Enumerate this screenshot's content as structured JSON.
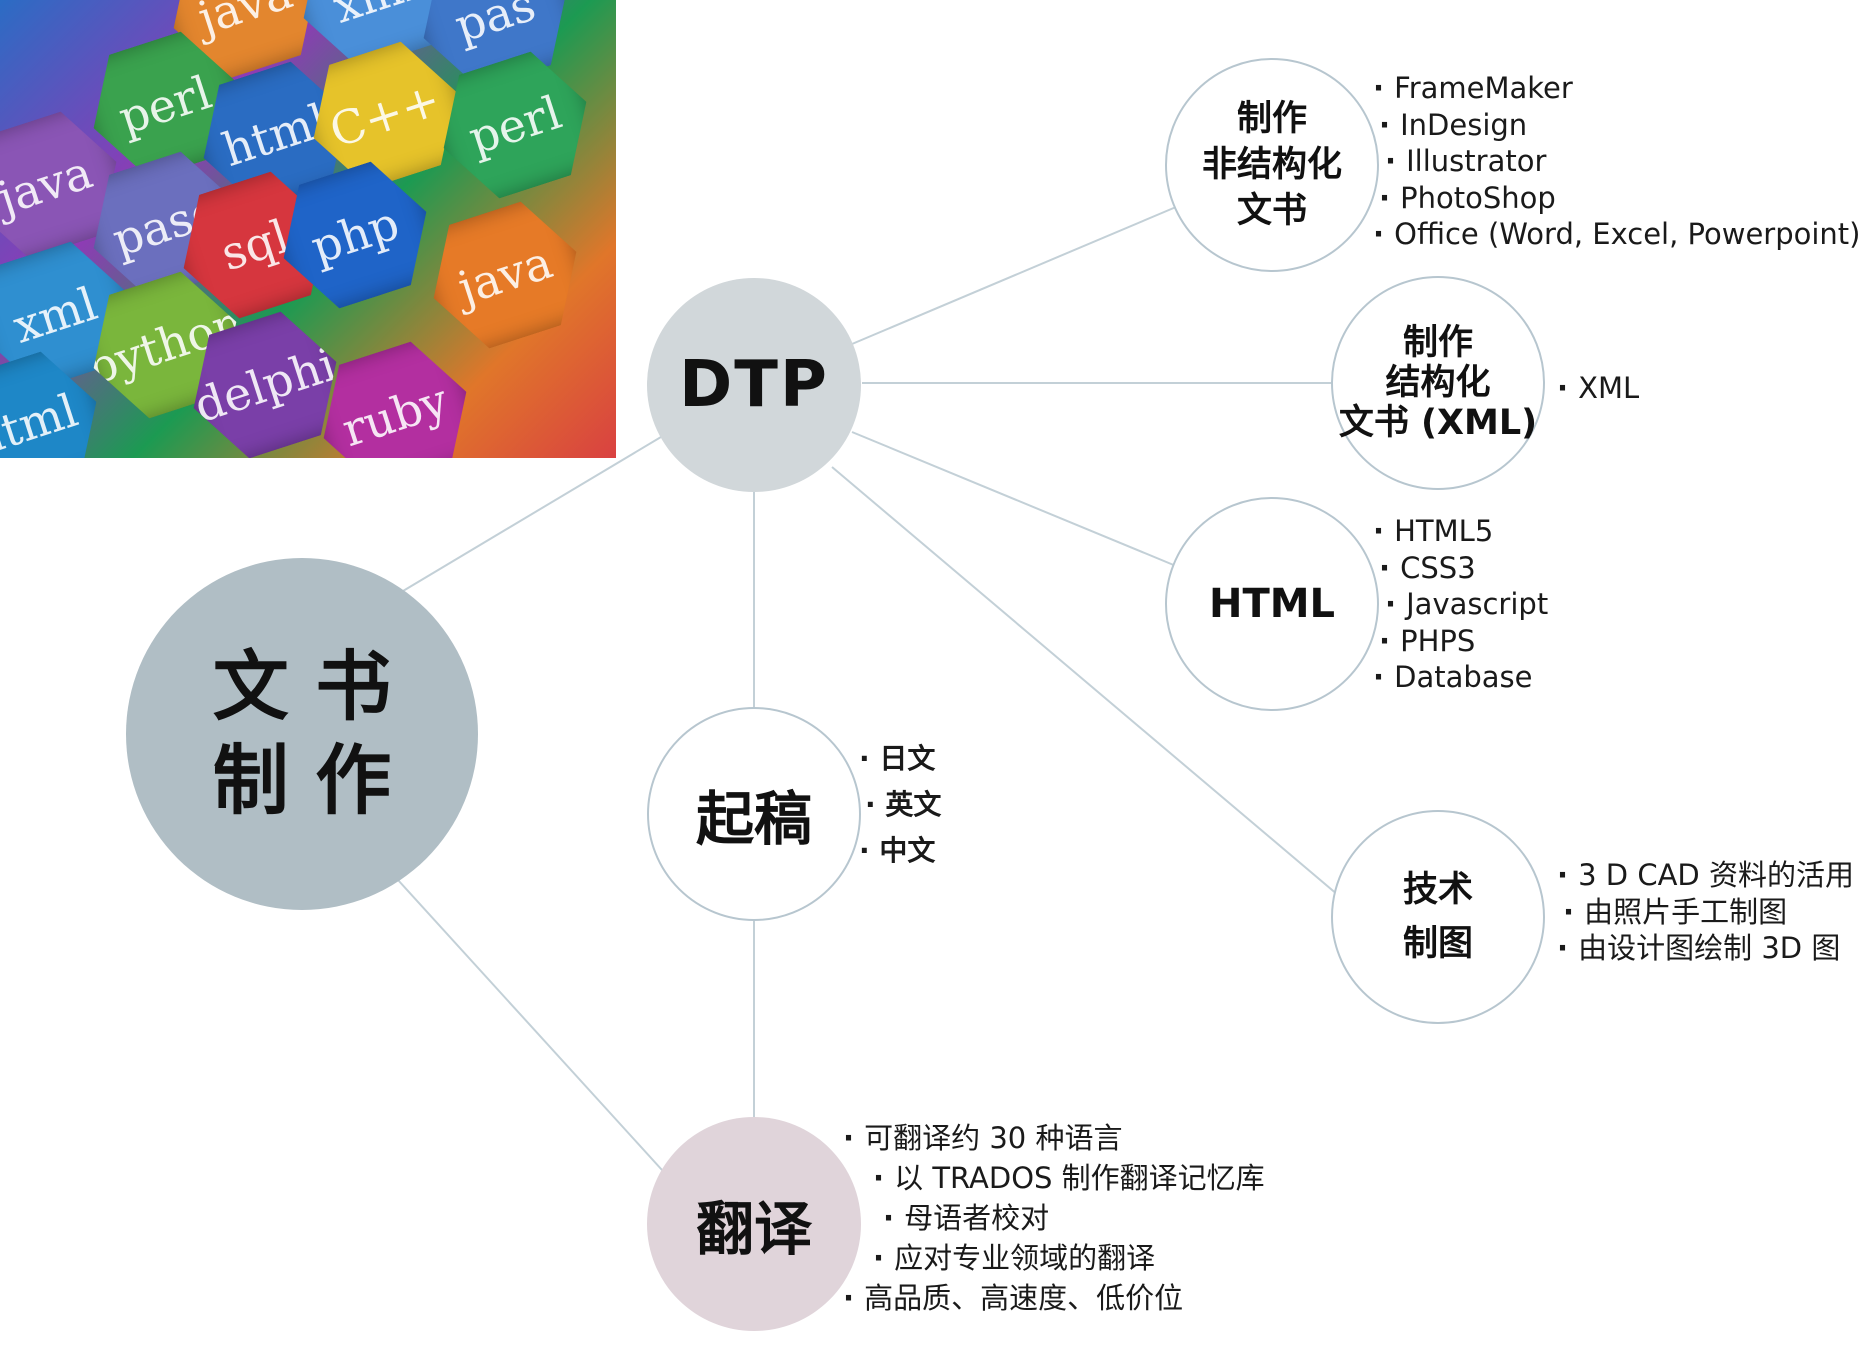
{
  "photo": {
    "tiles": [
      {
        "text": "java",
        "color": "#e3862e"
      },
      {
        "text": "xml",
        "color": "#4a8fd9"
      },
      {
        "text": "pas",
        "color": "#3f77c9"
      },
      {
        "text": "perl",
        "color": "#3aa24e"
      },
      {
        "text": "html",
        "color": "#2a6cc2"
      },
      {
        "text": "C++",
        "color": "#e6c32a"
      },
      {
        "text": "perl",
        "color": "#2ea45a"
      },
      {
        "text": "java",
        "color": "#8a55b5"
      },
      {
        "text": "pasc",
        "color": "#6b6fbe"
      },
      {
        "text": "sql",
        "color": "#d6363e"
      },
      {
        "text": "php",
        "color": "#1f64c8"
      },
      {
        "text": "java",
        "color": "#e67a27"
      },
      {
        "text": "xml",
        "color": "#2f8fd0"
      },
      {
        "text": "python",
        "color": "#7ab63c"
      },
      {
        "text": "delphi",
        "color": "#7a3fa8"
      },
      {
        "text": "ruby",
        "color": "#b32fa0"
      },
      {
        "text": "html",
        "color": "#1e87c7"
      }
    ]
  },
  "center": {
    "line1": "文 书",
    "line2": "制 作",
    "color": "#b0bec5"
  },
  "nodes": {
    "dtp": {
      "label": "DTP",
      "color": "#d1d7da"
    },
    "draft": {
      "label": "起稿"
    },
    "translate": {
      "label": "翻译",
      "color": "#e0d4da"
    },
    "unstructured": {
      "lines": [
        "制作",
        "非结构化",
        "文书"
      ]
    },
    "structured": {
      "lines": [
        "制作",
        "结构化",
        "文书 (XML)"
      ]
    },
    "html": {
      "label": "HTML"
    },
    "techdraw": {
      "lines": [
        "技术",
        "制图"
      ]
    }
  },
  "lists": {
    "unstructured": [
      "FrameMaker",
      "InDesign",
      "Illustrator",
      "PhotoShop",
      "Office (Word, Excel, Powerpoint)"
    ],
    "structured": [
      "XML"
    ],
    "html": [
      "HTML5",
      "CSS3",
      "Javascript",
      "PHPS",
      "Database"
    ],
    "techdraw": [
      "3 D CAD 资料的活用",
      "由照片手工制图",
      "由设计图绘制 3D 图"
    ],
    "draft": [
      "日文",
      "英文",
      "中文"
    ],
    "translate": [
      "可翻译约 30 种语言",
      "以 TRADOS 制作翻译记忆库",
      "母语者校对",
      "应对专业领域的翻译",
      "高品质、高速度、低价位"
    ]
  },
  "line_color": "#c3d0d7"
}
